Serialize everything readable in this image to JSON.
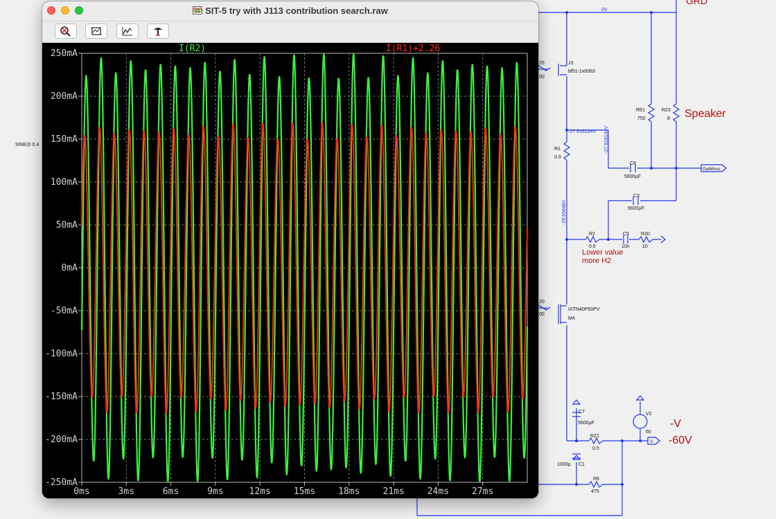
{
  "window": {
    "title": "SIT-5 try with J113 contribution search.raw"
  },
  "toolbar": {
    "buttons": [
      {
        "name": "zoom-cancel-button",
        "icon": "magnifier-cross-icon"
      },
      {
        "name": "autorange-button",
        "icon": "autorange-icon"
      },
      {
        "name": "draw-trace-button",
        "icon": "trace-icon"
      },
      {
        "name": "probe-button",
        "icon": "probe-icon"
      }
    ]
  },
  "plot": {
    "traces": [
      {
        "label": "I(R2)",
        "color": "#3cf03c"
      },
      {
        "label": "I(R1)+2.26",
        "color": "#ff2a10"
      }
    ]
  },
  "chart_data": {
    "type": "line",
    "title": "",
    "xlabel": "",
    "ylabel": "",
    "xlim": [
      0,
      30
    ],
    "ylim": [
      -250,
      250
    ],
    "x_ticks": [
      "0ms",
      "3ms",
      "6ms",
      "9ms",
      "12ms",
      "15ms",
      "18ms",
      "21ms",
      "24ms",
      "27ms"
    ],
    "y_ticks": [
      "250mA",
      "200mA",
      "150mA",
      "100mA",
      "50mA",
      "0mA",
      "-50mA",
      "-100mA",
      "-150mA",
      "-200mA",
      "-250mA"
    ],
    "grid": true,
    "series": [
      {
        "name": "I(R2)",
        "color": "#3cf03c",
        "amplitude": 235,
        "offset": 0,
        "period": 1.0,
        "phase": -0.05
      },
      {
        "name": "I(R1)+2.26",
        "color": "#ff2a10",
        "amplitude": 160,
        "offset": 0,
        "period": 1.0,
        "phase": 0.05
      }
    ]
  },
  "schematic": {
    "net_0v": "0V",
    "grd": "GRD",
    "speaker": "Speaker",
    "sine": "SINE(0 0.4",
    "r25": "25",
    "r25v": "00",
    "j3": "J3",
    "j3_model": "bf51-1x0063",
    "r51": "R51",
    "r51v": "750",
    "r23": "R23",
    "r23v": "8",
    "v1": "-27.916134V",
    "v2": "-27.916134V",
    "r1": "R1",
    "r1v": "0.9",
    "c8": "C8",
    "c8v": "5600µF",
    "outminus": "OutMinus",
    "c3": "C3",
    "c3v": "5600µF",
    "v3": "-29.95646V",
    "r2": "R2",
    "r2v": "0.6",
    "c5": "C5",
    "c5v": "10n",
    "r30": "R30",
    "r30v": "10",
    "note1": "Lower value",
    "note2": "more H2",
    "r20": "20",
    "r20v": "00",
    "m4_model": "IXTN40P50PV",
    "m4": "M4",
    "c7": "C7",
    "c7v": "5600µF",
    "v2lbl": "V2",
    "v2v": "60",
    "r21": "R21",
    "r21v": "0.5",
    "vneg": "V-",
    "neg_v": "-V",
    "neg_60": "-60V",
    "c1v": "1000µ",
    "c1": "C1",
    "r6": "R6",
    "r6v": "475"
  }
}
